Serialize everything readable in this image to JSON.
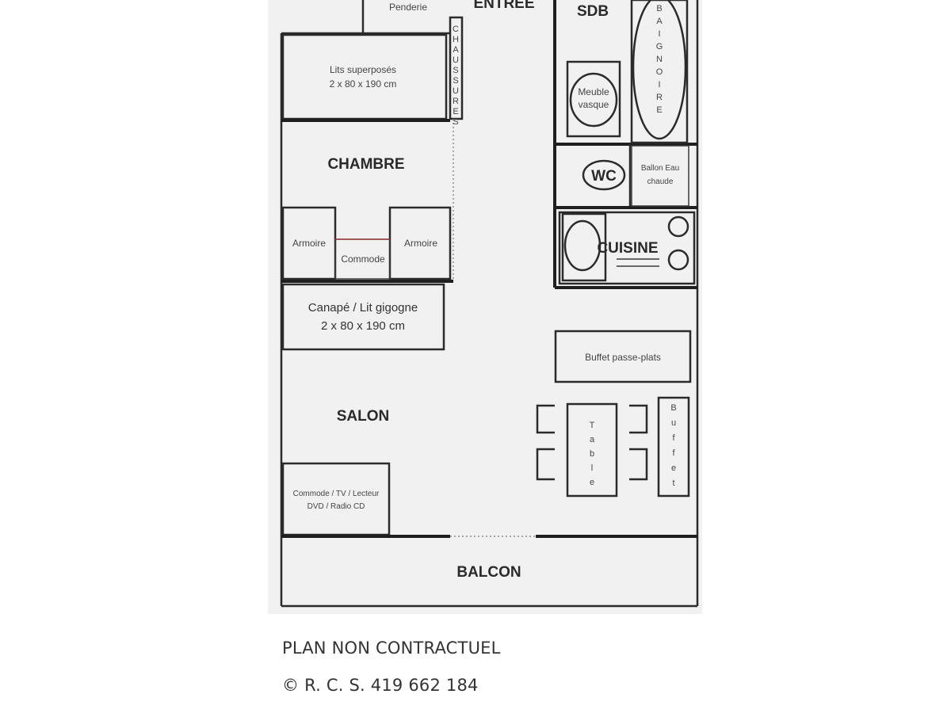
{
  "plan": {
    "rooms": {
      "entree": "ENTREE",
      "sdb": "SDB",
      "chambre": "CHAMBRE",
      "wc": "WC",
      "cuisine": "CUISINE",
      "salon": "SALON",
      "balcon": "BALCON"
    },
    "furniture": {
      "penderie": "Penderie",
      "lits_line1": "Lits superposés",
      "lits_line2": "2 x 80 x 190 cm",
      "chaussures": "CHAUSSURES",
      "meuble_line1": "Meuble",
      "meuble_line2": "vasque",
      "baignoire": "BAIGNOIRE",
      "ballon_line1": "Ballon Eau",
      "ballon_line2": "chaude",
      "armoire_left": "Armoire",
      "armoire_right": "Armoire",
      "commode": "Commode",
      "canape_line1": "Canapé / Lit gigogne",
      "canape_line2": "2 x 80 x 190 cm",
      "buffet_haut": "Buffet passe-plats",
      "table": "Table",
      "buffet": "Buffet",
      "commode_tv_line1": "Commode / TV / Lecteur",
      "commode_tv_line2": "DVD / Radio CD"
    }
  },
  "captions": {
    "disclaimer": "PLAN NON CONTRACTUEL",
    "rcs": "© R. C. S. 419 662 184"
  }
}
